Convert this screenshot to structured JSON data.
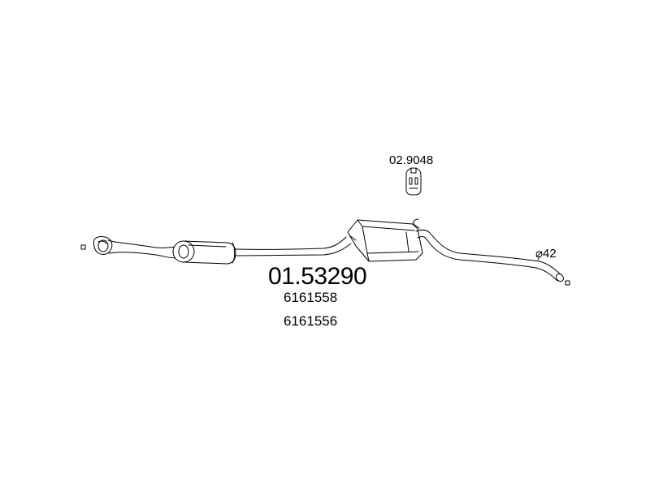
{
  "diagram": {
    "part_number": "01.53290",
    "oem_numbers": [
      "6161558",
      "6161556"
    ],
    "hanger_part_number": "02.9048",
    "outlet_diameter_label": "⌀42",
    "line_color": "#000000",
    "background_color": "#ffffff",
    "components": [
      "inlet-flange",
      "front-pipe",
      "middle-silencer",
      "connecting-pipe",
      "rear-silencer",
      "tail-pipe",
      "rubber-hanger"
    ]
  }
}
